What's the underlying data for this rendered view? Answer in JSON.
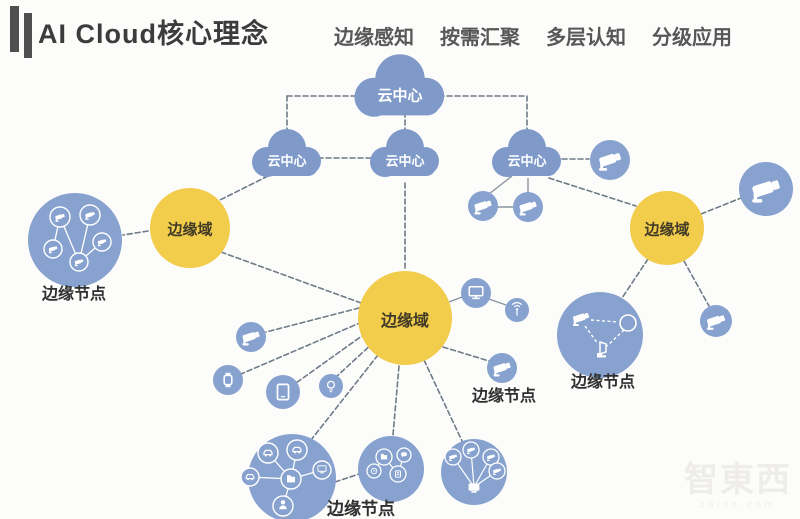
{
  "header": {
    "title": "AI Cloud核心理念",
    "keywords": [
      "边缘感知",
      "按需汇聚",
      "多层认知",
      "分级应用"
    ]
  },
  "diagram": {
    "cloud_center_label": "云中心",
    "edge_domain_label": "边缘域",
    "edge_node_label": "边缘节点"
  },
  "watermark": {
    "brand": "智東西",
    "domain": "zhidx.com"
  },
  "colors": {
    "cloud_blue": "#7f9ac9",
    "node_blue": "#87a2cf",
    "domain_yellow": "#f2cc4b",
    "connector_gray": "#6f7b88",
    "title_text": "#3c3c3c",
    "label_text": "#2f2f2f"
  }
}
